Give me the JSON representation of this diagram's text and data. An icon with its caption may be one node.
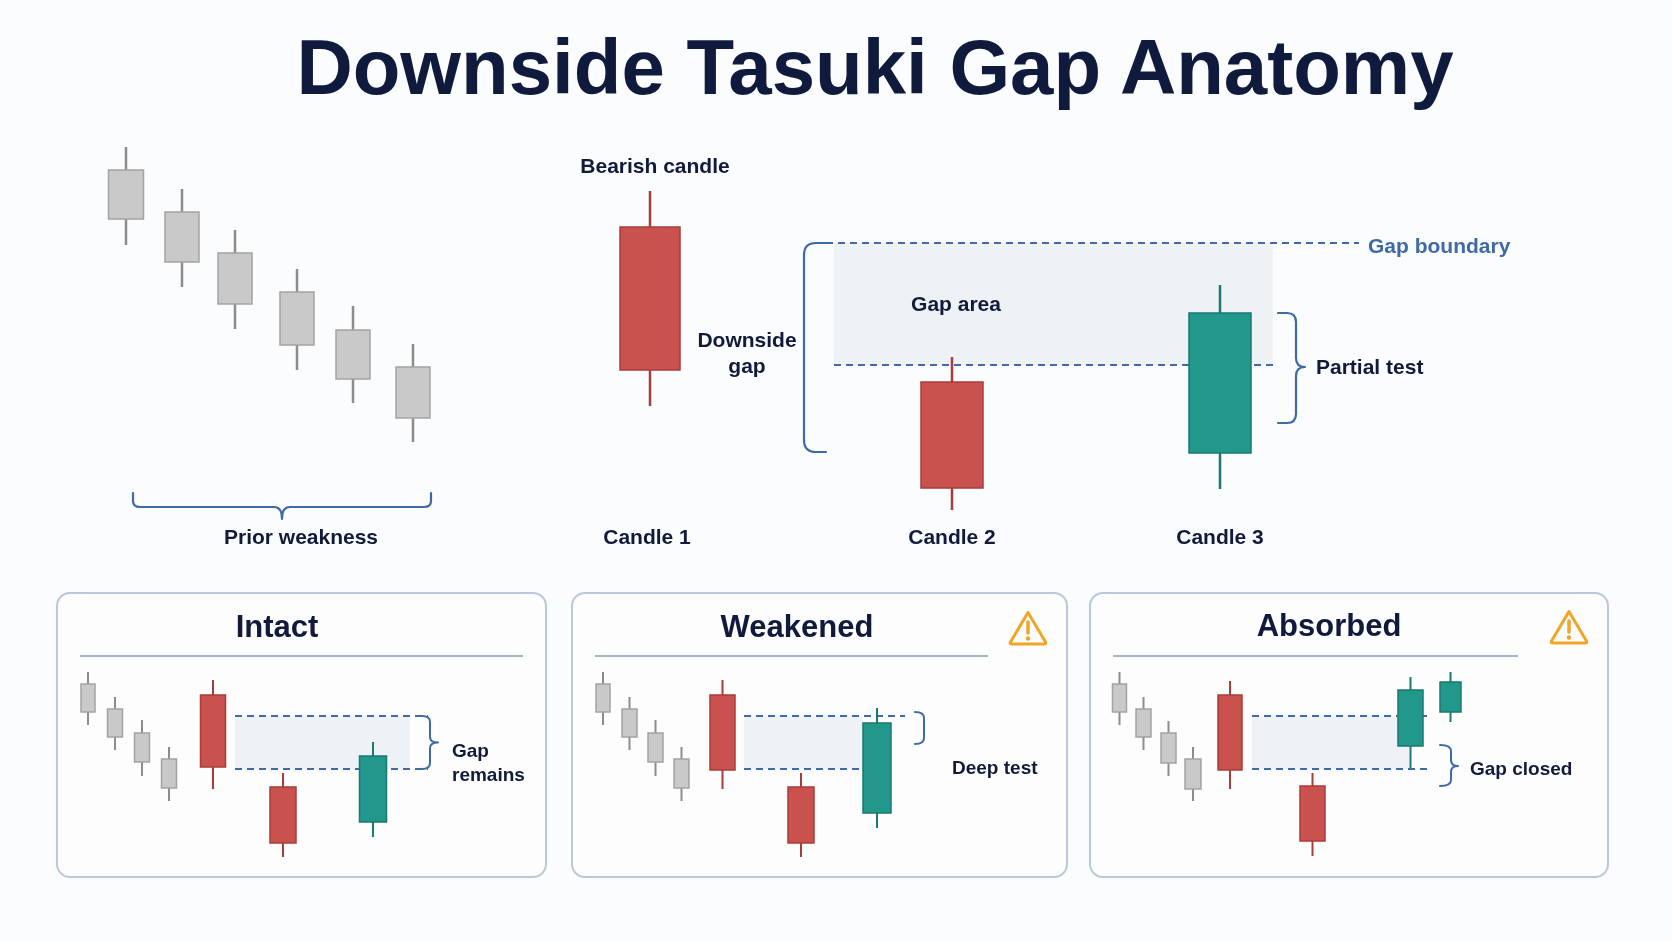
{
  "diagram": {
    "title": "Downside Tasuki Gap Anatomy",
    "nodes": [
      {
        "text": [
          "Gap area"
        ]
      },
      {
        "text": [
          "Intact",
          "Gap remains"
        ]
      },
      {
        "text": [
          "Weakened",
          "Deep test"
        ]
      },
      {
        "text": [
          "Absorbed",
          "Gap closed"
        ]
      }
    ],
    "labels": [
      "Bearish candle",
      "Gap boundary",
      "Downside gap",
      "Partial test",
      "Prior weakness",
      "Candle 1",
      "Candle 2",
      "Candle 3"
    ]
  }
}
